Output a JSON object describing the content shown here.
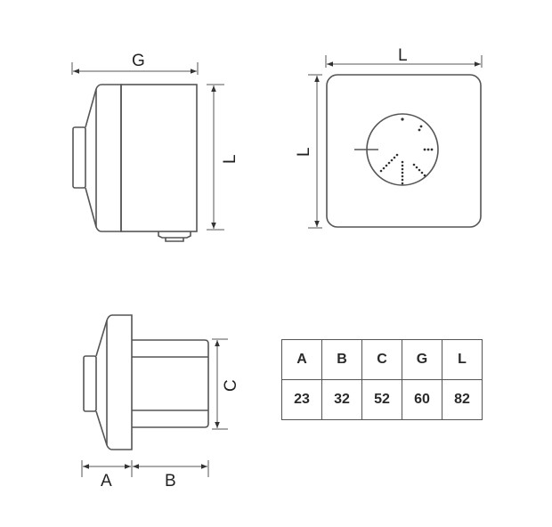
{
  "views": {
    "side_view": {
      "width_label": "G",
      "height_label": "L"
    },
    "front_view": {
      "width_label": "L",
      "height_label": "L"
    },
    "top_view": {
      "depth_label_a": "A",
      "depth_label_b": "B",
      "height_label": "C"
    }
  },
  "dimension_table": {
    "headers": [
      "A",
      "B",
      "C",
      "G",
      "L"
    ],
    "values": [
      "23",
      "32",
      "52",
      "60",
      "82"
    ]
  },
  "colors": {
    "line": "#555555",
    "text": "#222222",
    "background": "#ffffff"
  }
}
